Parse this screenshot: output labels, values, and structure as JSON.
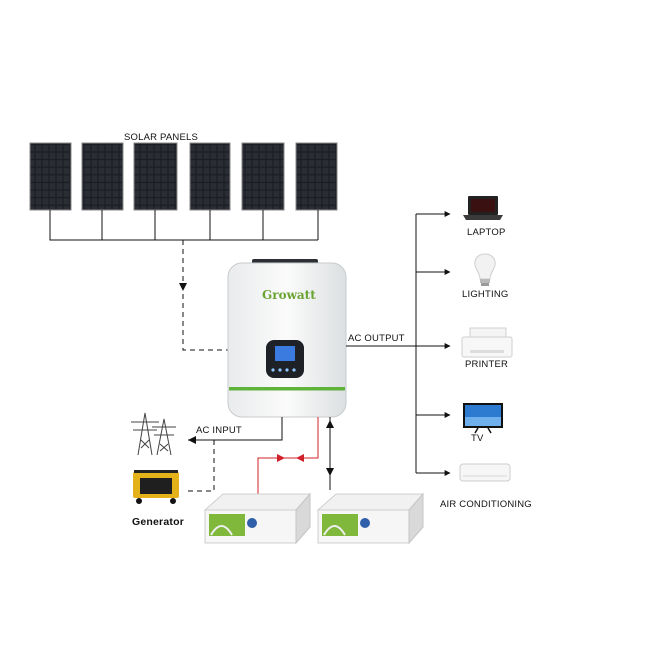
{
  "labels": {
    "solar_panels": "SOLAR PANELS",
    "ac_output": "AC OUTPUT",
    "ac_input": "AC INPUT",
    "generator": "Generator",
    "laptop": "LAPTOP",
    "lighting": "LIGHTING",
    "printer": "PRINTER",
    "tv": "TV",
    "air_conditioning": "AIR CONDITIONING"
  },
  "inverter": {
    "brand": "Growatt"
  },
  "colors": {
    "line": "#111111",
    "battery_link": "#d0202a",
    "brand_green": "#6aa332",
    "inverter_stripe": "#5fb23a",
    "lcd_blue": "#3b7be0",
    "panel_cell": "#1b1d22"
  },
  "icons": [
    "solar-panel-icon",
    "inverter-icon",
    "laptop-icon",
    "light-bulb-icon",
    "printer-icon",
    "tv-icon",
    "air-conditioner-icon",
    "power-tower-icon",
    "generator-icon",
    "battery-icon"
  ]
}
